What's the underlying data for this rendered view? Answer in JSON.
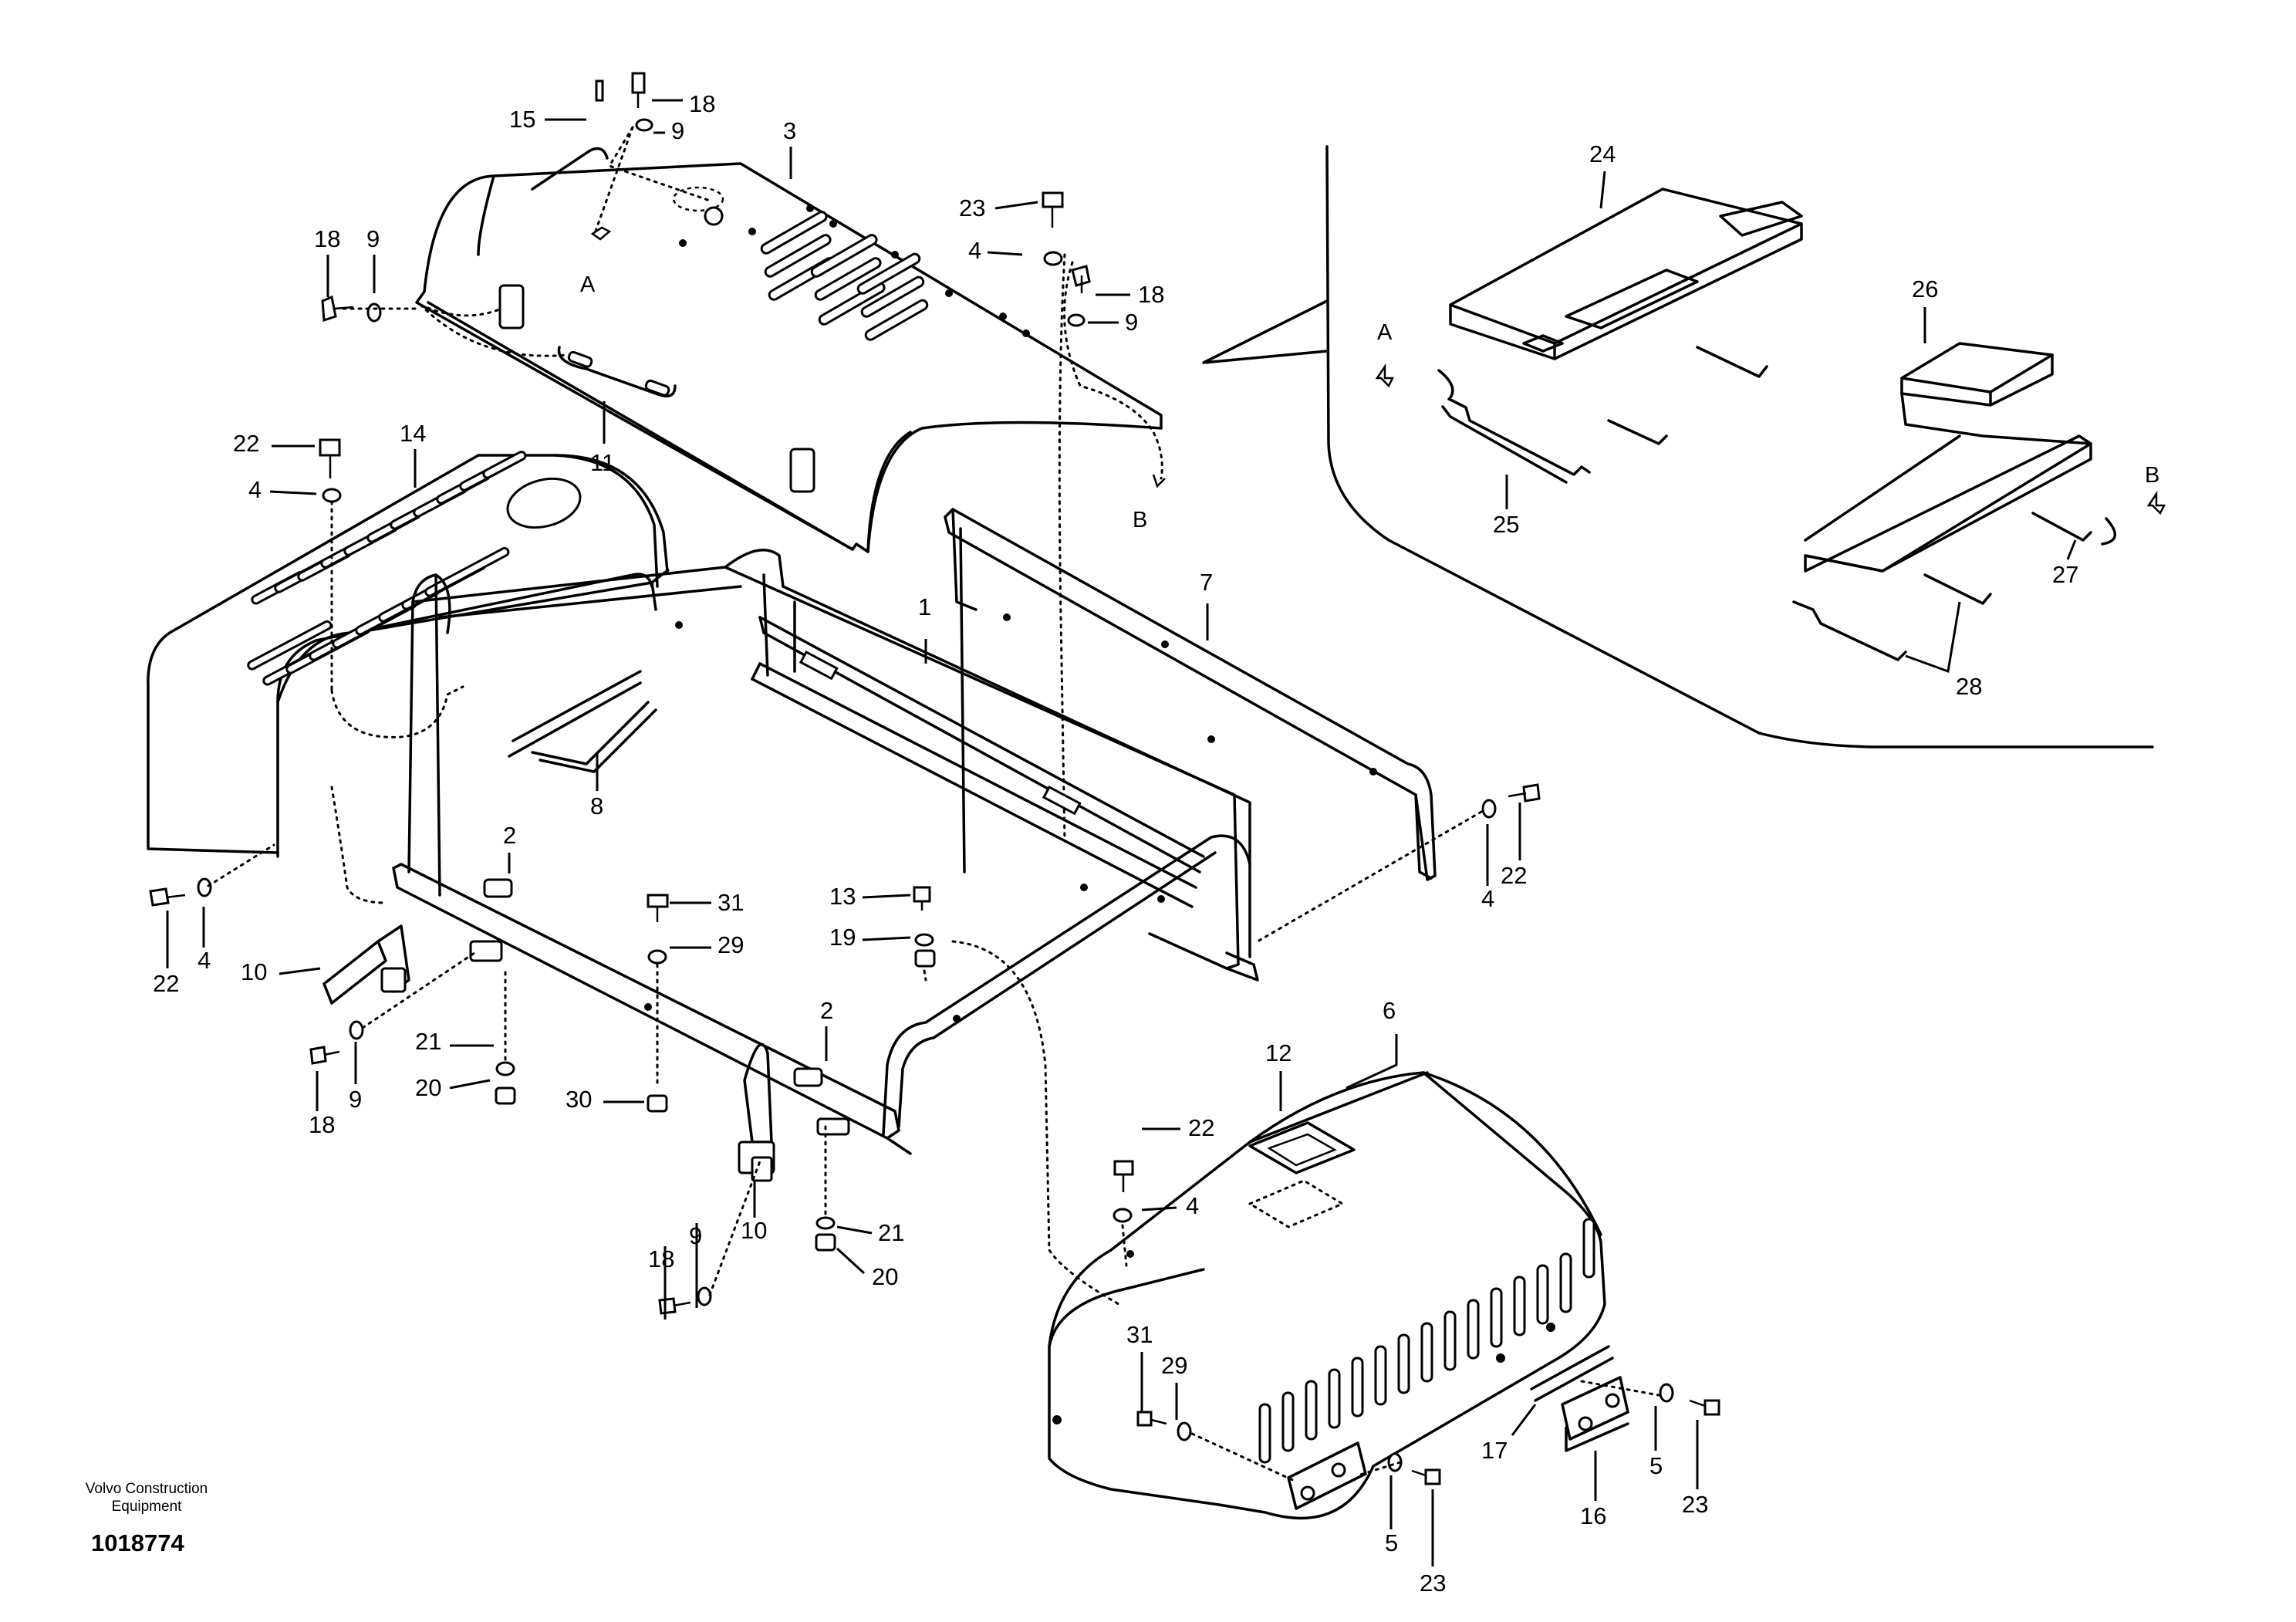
{
  "diagram": {
    "callouts": {
      "c1": "1",
      "c2a": "2",
      "c2b": "2",
      "c3": "3",
      "c4a": "4",
      "c4b": "4",
      "c4c": "4",
      "c4d": "4",
      "c4e": "4",
      "c5a": "5",
      "c5b": "5",
      "c6": "6",
      "c7": "7",
      "c8": "8",
      "c9a": "9",
      "c9b": "9",
      "c9c": "9",
      "c9d": "9",
      "c9e": "9",
      "c10a": "10",
      "c10b": "10",
      "c11": "11",
      "c12": "12",
      "c13": "13",
      "c14": "14",
      "c15": "15",
      "c16": "16",
      "c17": "17",
      "c18a": "18",
      "c18b": "18",
      "c18c": "18",
      "c18d": "18",
      "c18e": "18",
      "c19": "19",
      "c20a": "20",
      "c20b": "20",
      "c21a": "21",
      "c21b": "21",
      "c22a": "22",
      "c22b": "22",
      "c22c": "22",
      "c22d": "22",
      "c23a": "23",
      "c23b": "23",
      "c23c": "23",
      "c24": "24",
      "c25": "25",
      "c26": "26",
      "c27": "27",
      "c28": "28",
      "c29a": "29",
      "c29b": "29",
      "c30": "30",
      "c31a": "31",
      "c31b": "31"
    },
    "arrows": {
      "a1": "A",
      "b1": "B",
      "a2": "A",
      "b2": "B"
    },
    "caption": {
      "line1": "Volvo Construction",
      "line2": "Equipment"
    },
    "document_number": "1018774"
  }
}
